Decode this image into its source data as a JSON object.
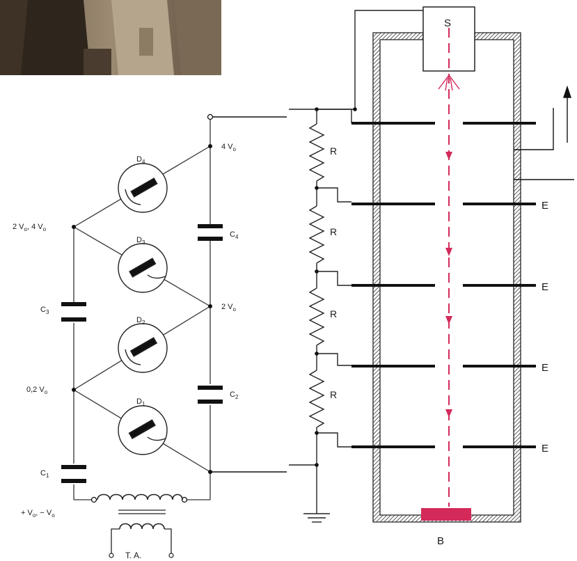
{
  "photo": {
    "description_icon": "photo-figures-icon"
  },
  "multiplier": {
    "nodes": {
      "top": "4 V",
      "top_sub": "o",
      "left_upper": "2 V",
      "left_upper_sub": "o",
      "left_upper_tail": ", 4 V",
      "left_upper_tail_sub": "o",
      "mid_right": "2 V",
      "mid_right_sub": "o",
      "left_lower": "0,2 V",
      "left_lower_sub": "o",
      "input_left": "+ V",
      "input_left_sub": "o",
      "input_right": ", − V",
      "input_right_sub": "o"
    },
    "diodes": [
      {
        "label": "D",
        "sub": "4"
      },
      {
        "label": "D",
        "sub": "3"
      },
      {
        "label": "D",
        "sub": "2"
      },
      {
        "label": "D",
        "sub": "1"
      }
    ],
    "capacitors": [
      {
        "label": "C",
        "sub": "4"
      },
      {
        "label": "C",
        "sub": "3"
      },
      {
        "label": "C",
        "sub": "2"
      },
      {
        "label": "C",
        "sub": "1"
      }
    ],
    "transformer": "T. A."
  },
  "divider": {
    "resistors": [
      "R",
      "R",
      "R",
      "R"
    ]
  },
  "tube": {
    "source": "S",
    "target": "B",
    "electrodes": [
      "E",
      "E",
      "E",
      "E"
    ],
    "colors": {
      "beam": "#d42a5a",
      "target": "#d42a5a",
      "wall": "#222222"
    }
  }
}
